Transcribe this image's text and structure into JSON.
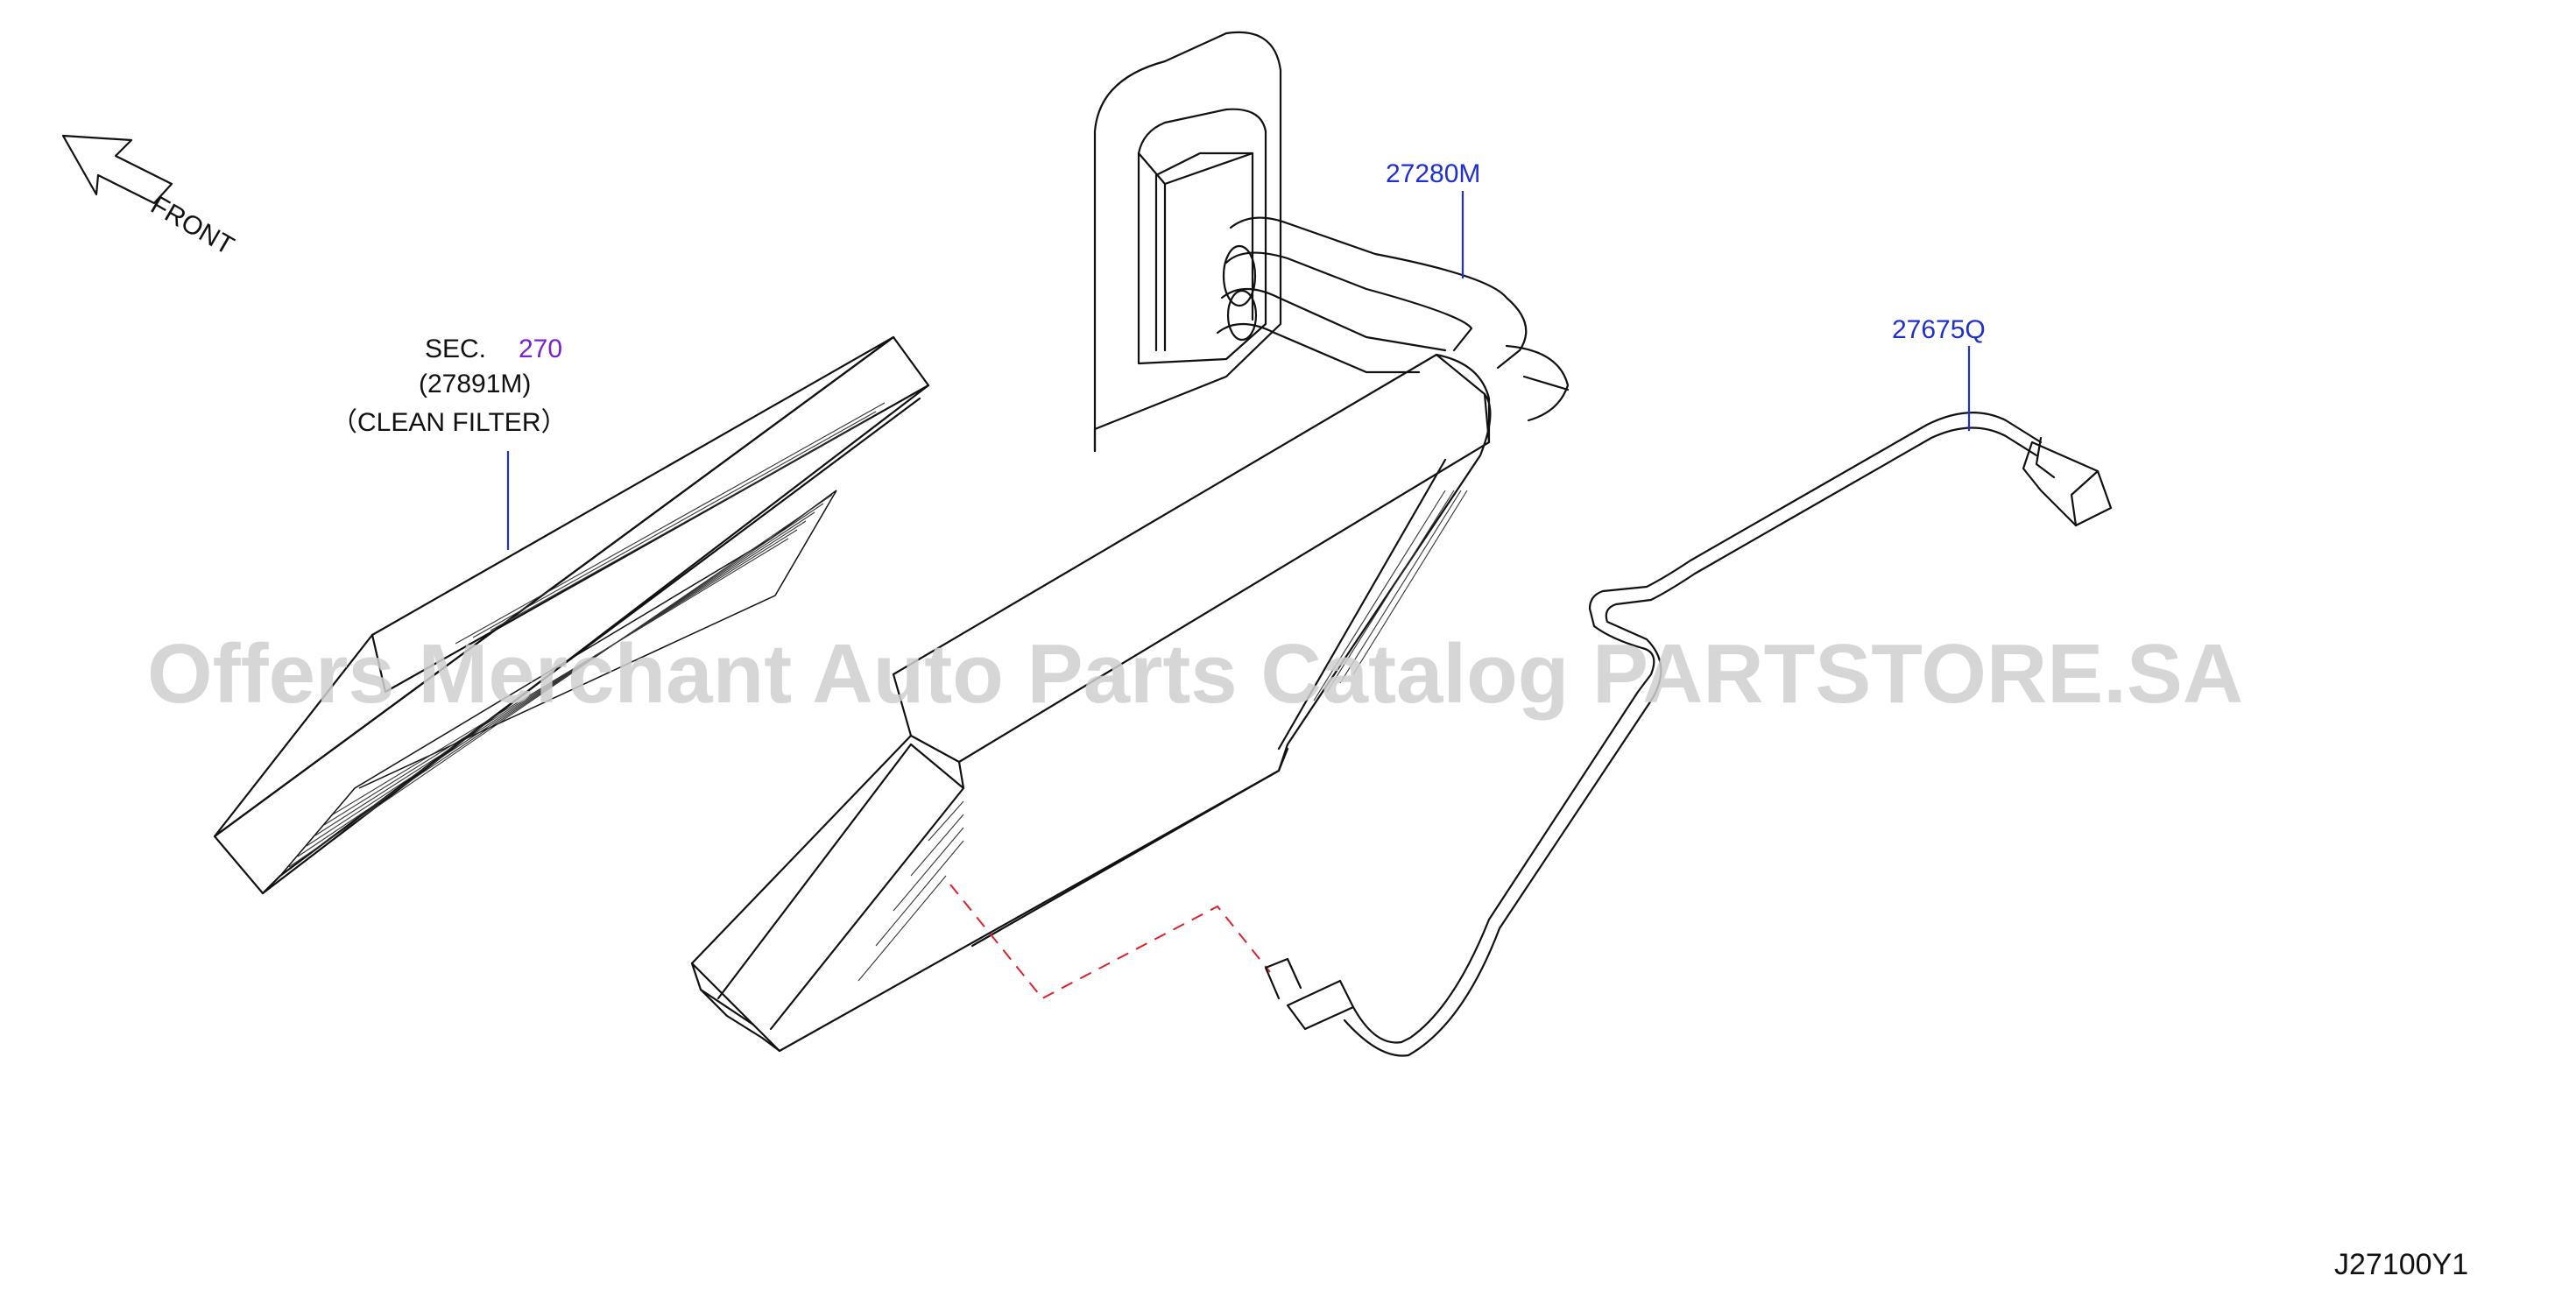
{
  "front_label": "FRONT",
  "filter": {
    "sec_label": "SEC.",
    "sec_number": "270",
    "part_number": "(27891M)",
    "name": "（CLEAN  FILTER）"
  },
  "evaporator_part": "27280M",
  "sensor_part": "27675Q",
  "watermark": "Offers Merchant Auto Parts Catalog PARTSTORE.SA",
  "diagram_code": "J27100Y1",
  "colors": {
    "line": "#111111",
    "leader_blue": "#1f2fd0",
    "sec_purple": "#7a1fd6",
    "dashed_red": "#e0202a",
    "watermark_gray": "#cfcfcf"
  }
}
